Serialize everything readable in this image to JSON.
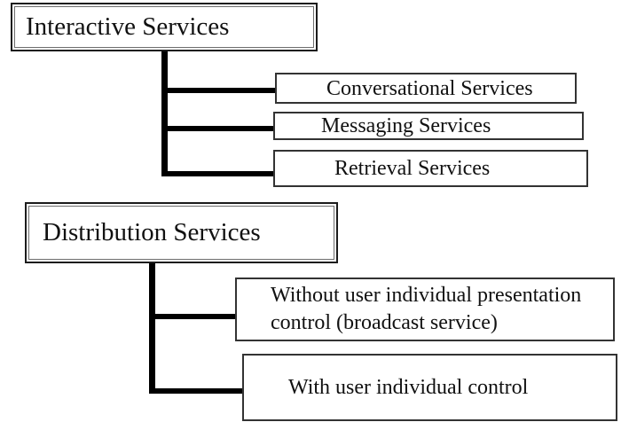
{
  "diagram": {
    "interactive": {
      "label": "Interactive Services",
      "children": [
        {
          "label": "Conversational Services"
        },
        {
          "label": "Messaging Services"
        },
        {
          "label": "Retrieval Services"
        }
      ]
    },
    "distribution": {
      "label": "Distribution Services",
      "children": [
        {
          "line1": "Without user individual presentation",
          "line2": "control (broadcast service)"
        },
        {
          "label": "With user individual control"
        }
      ]
    },
    "colors": {
      "connector_line": "#000000",
      "child_border": "#333333",
      "parent_border_outer": "#1c1c1c",
      "parent_border_inner": "#6e6e6e",
      "text": "#111111",
      "background": "#ffffff"
    }
  }
}
